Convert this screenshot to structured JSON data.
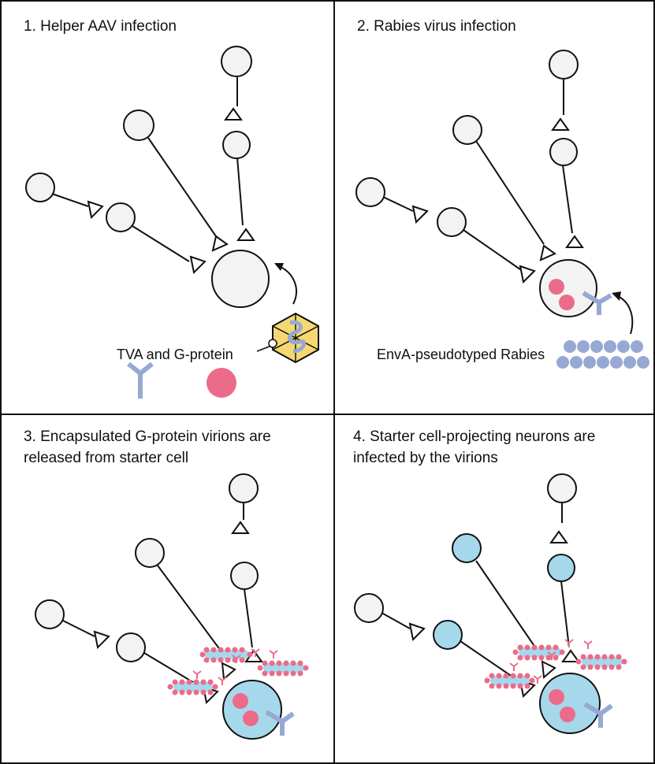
{
  "panels": [
    {
      "title": "1.   Helper AAV infection"
    },
    {
      "title": "2.  Rabies virus infection"
    },
    {
      "title": "3.  Encapsulated G-protein virions are\n      released from starter cell"
    },
    {
      "title": "4.  Starter cell-projecting neurons are\n      infected by the virions"
    }
  ],
  "labels": {
    "tva_gprotein": "TVA and G-protein",
    "envA_rabies": "EnvA-pseudotyped Rabies"
  },
  "colors": {
    "cell_fill": "#f3f3f3",
    "infected_fill": "#a6d8ec",
    "g_protein": "#eb6c8a",
    "tva": "#97a9d2",
    "aav_capsid": "#f5d872",
    "border": "#111111"
  }
}
